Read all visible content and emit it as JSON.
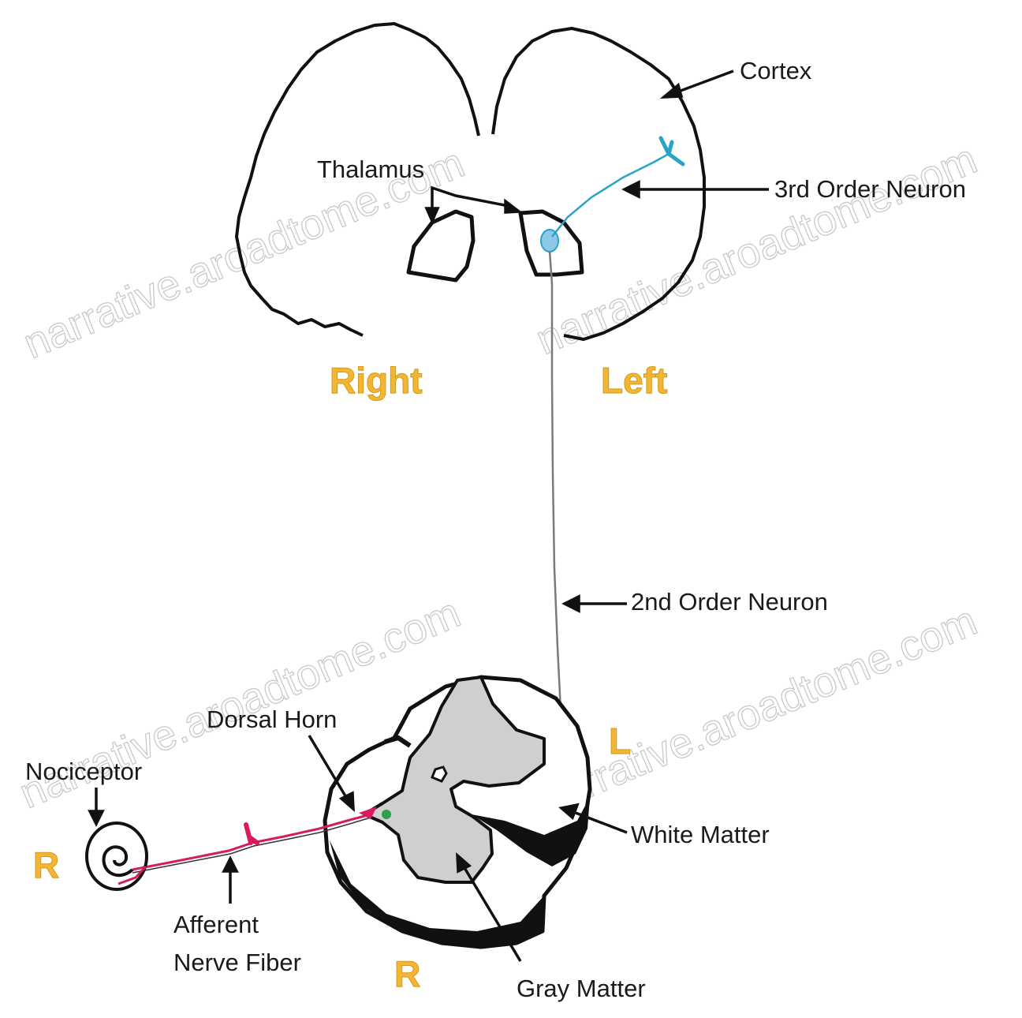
{
  "labels": {
    "cortex": "Cortex",
    "thalamus": "Thalamus",
    "third_order": "3rd Order Neuron",
    "second_order": "2nd Order Neuron",
    "dorsal_horn": "Dorsal Horn",
    "nociceptor": "Nociceptor",
    "white_matter": "White Matter",
    "afferent_line1": "Afferent",
    "afferent_line2": "Nerve Fiber",
    "gray_matter": "Gray Matter"
  },
  "sides": {
    "brain_right": "Right",
    "brain_left": "Left",
    "cord_left": "L",
    "cord_right": "R",
    "receptor_right": "R"
  },
  "watermark": "narrative.aroadtome.com",
  "colors": {
    "outline": "#111111",
    "gray_matter": "#cfcfcf",
    "side_label": "#f2b632",
    "neuron_first": "#d81b60",
    "neuron_second": "#7a7a7a",
    "neuron_third": "#29a3c9",
    "synapse": "#2e9e4a"
  }
}
